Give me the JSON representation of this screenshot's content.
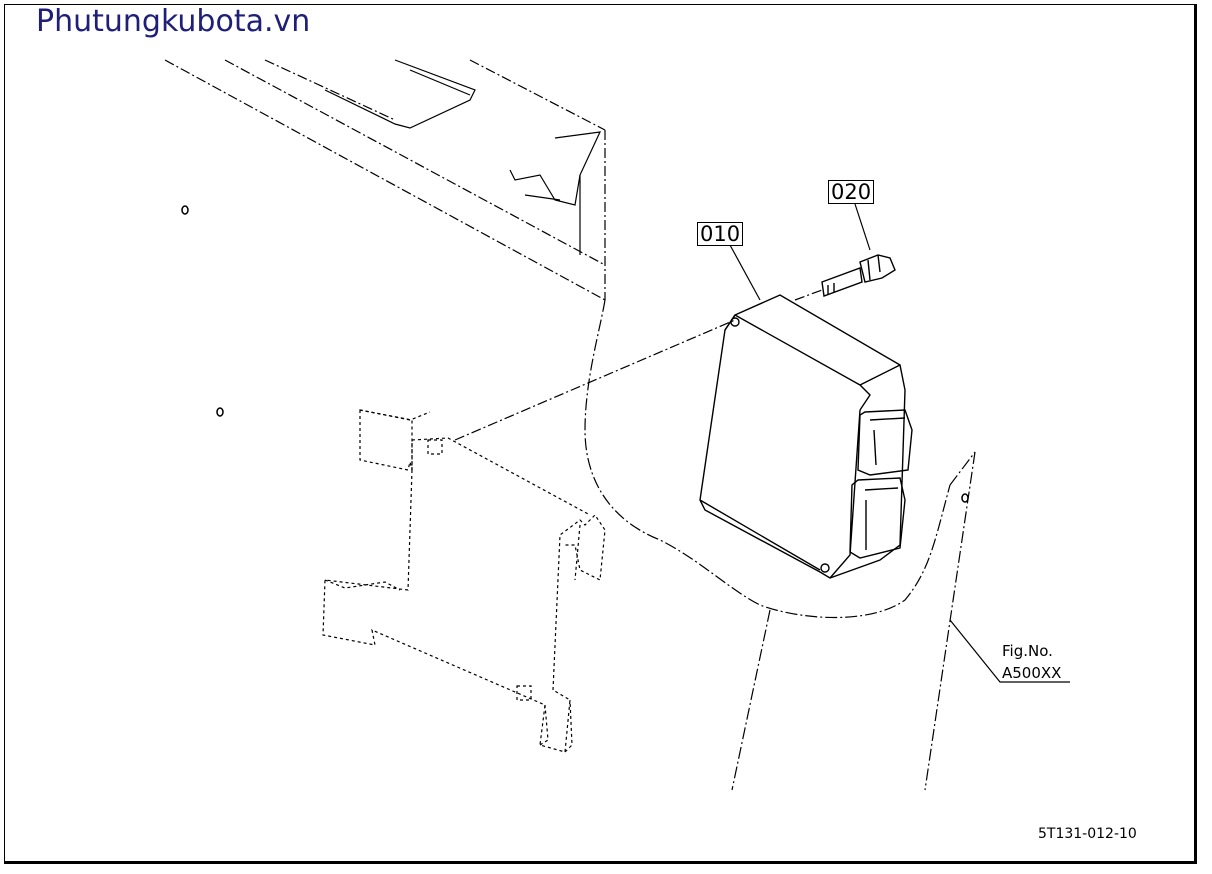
{
  "watermark": "Phutungkubota.vn",
  "parts": [
    {
      "ref": "010"
    },
    {
      "ref": "020"
    }
  ],
  "figure": {
    "line1": "Fig.No.",
    "line2": "A500XX"
  },
  "diagram_code": "5T131-012-10"
}
